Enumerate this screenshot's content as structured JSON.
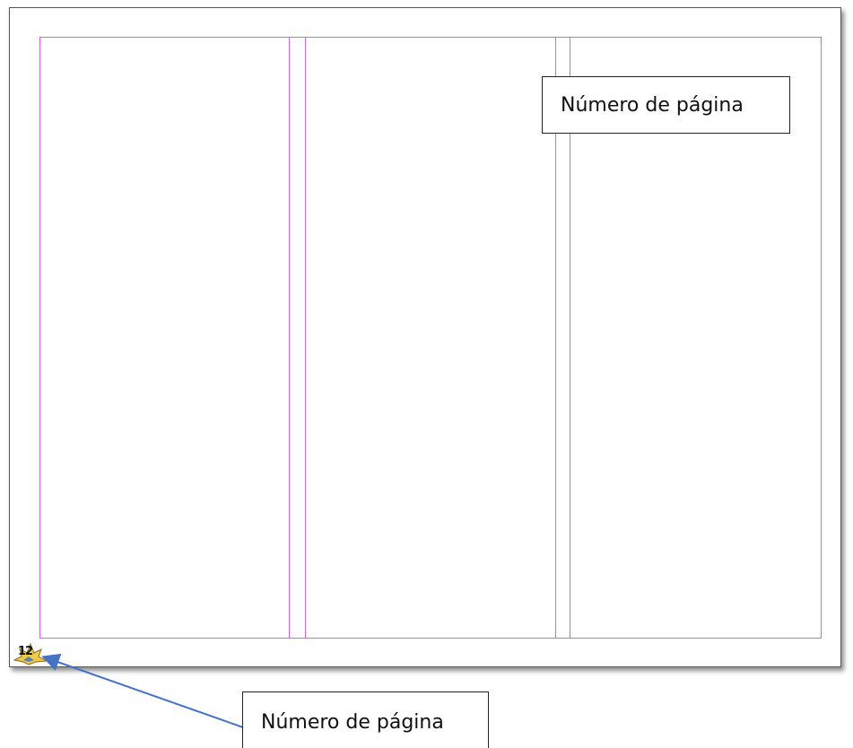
{
  "page": {
    "page_number": "12",
    "guide_color": "#d85cff",
    "accent_color": "#4472c4"
  },
  "callouts": {
    "top_label": "Número de página",
    "bottom_label": "Número de página"
  },
  "icons": {
    "page_number_badge": "page-number-star-icon",
    "pointer": "arrow-icon"
  }
}
